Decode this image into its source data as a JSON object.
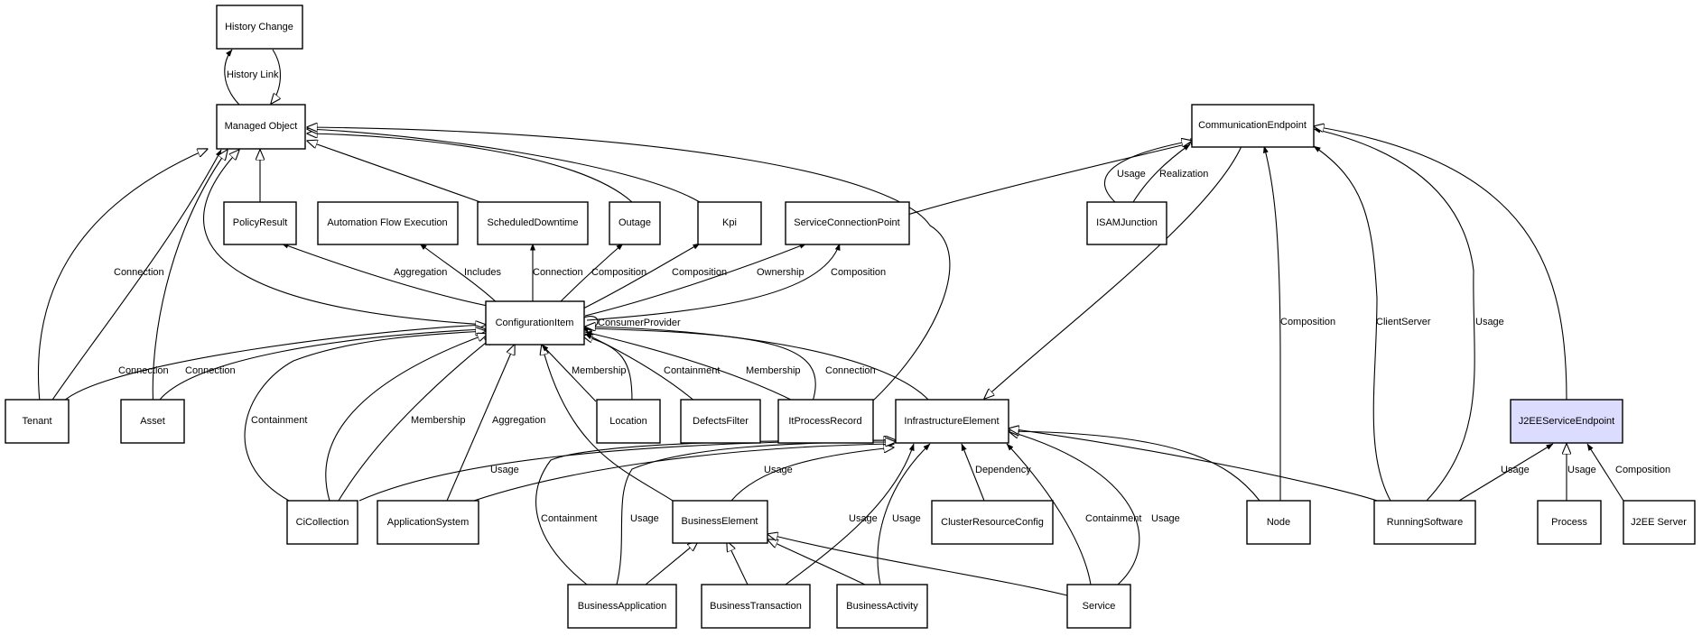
{
  "nodes": {
    "history_change": {
      "label": "History Change"
    },
    "managed_object": {
      "label": "Managed Object"
    },
    "communication_endpoint": {
      "label": "CommunicationEndpoint"
    },
    "policy_result": {
      "label": "PolicyResult"
    },
    "automation_flow_execution": {
      "label": "Automation Flow Execution"
    },
    "scheduled_downtime": {
      "label": "ScheduledDowntime"
    },
    "outage": {
      "label": "Outage"
    },
    "kpi": {
      "label": "Kpi"
    },
    "service_connection_point": {
      "label": "ServiceConnectionPoint"
    },
    "isam_junction": {
      "label": "ISAMJunction"
    },
    "configuration_item": {
      "label": "ConfigurationItem"
    },
    "tenant": {
      "label": "Tenant"
    },
    "asset": {
      "label": "Asset"
    },
    "location": {
      "label": "Location"
    },
    "defects_filter": {
      "label": "DefectsFilter"
    },
    "it_process_record": {
      "label": "ItProcessRecord"
    },
    "infrastructure_element": {
      "label": "InfrastructureElement"
    },
    "j2ee_service_endpoint": {
      "label": "J2EEServiceEndpoint"
    },
    "ci_collection": {
      "label": "CiCollection"
    },
    "application_system": {
      "label": "ApplicationSystem"
    },
    "business_element": {
      "label": "BusinessElement"
    },
    "cluster_resource_config": {
      "label": "ClusterResourceConfig"
    },
    "node": {
      "label": "Node"
    },
    "running_software": {
      "label": "RunningSoftware"
    },
    "process": {
      "label": "Process"
    },
    "j2ee_server": {
      "label": "J2EE Server"
    },
    "business_application": {
      "label": "BusinessApplication"
    },
    "business_transaction": {
      "label": "BusinessTransaction"
    },
    "business_activity": {
      "label": "BusinessActivity"
    },
    "service": {
      "label": "Service"
    }
  },
  "edges": {
    "history_link": "History Link",
    "connection_tenant_mo": "Connection",
    "aggregation_policy": "Aggregation",
    "includes_afe": "Includes",
    "connection_sd": "Connection",
    "composition_outage": "Composition",
    "composition_kpi": "Composition",
    "ownership_scp": "Ownership",
    "composition_scp": "Composition",
    "usage_isam": "Usage",
    "realization_isam": "Realization",
    "consumer_provider": "ConsumerProvider",
    "composition_node_ce": "Composition",
    "clientserver_rs": "ClientServer",
    "usage_rs_ce": "Usage",
    "connection_tenant_ci": "Connection",
    "connection_asset_ci": "Connection",
    "membership_location": "Membership",
    "containment_defects": "Containment",
    "membership_itpr": "Membership",
    "connection_itpr": "Connection",
    "containment_cic": "Containment",
    "membership_cic": "Membership",
    "aggregation_as": "Aggregation",
    "usage_cic_ie": "Usage",
    "usage_be_ie": "Usage",
    "dependency_crc": "Dependency",
    "containment_ba_ie": "Containment",
    "usage_ba_ie": "Usage",
    "usage_bt_ie": "Usage",
    "usage_bact_ie": "Usage",
    "containment_service_ie": "Containment",
    "usage_service_ie": "Usage",
    "usage_rs_j2ee": "Usage",
    "usage_process_j2ee": "Usage",
    "composition_j2ee_server": "Composition"
  },
  "colors": {
    "highlight_fill": "#dcdcff",
    "line": "#000000",
    "background": "#ffffff"
  }
}
